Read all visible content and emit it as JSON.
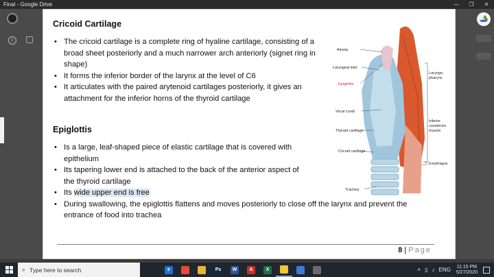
{
  "window": {
    "title": "Final - Google Drive",
    "min_glyph": "—",
    "max_glyph": "❐",
    "close_glyph": "✕"
  },
  "document": {
    "section1": {
      "heading": "Cricoid Cartilage",
      "bullets": [
        "The cricoid cartilage is a complete ring of hyaline cartilage, consisting of a broad sheet posteriorly and a much narrower arch anteriorly (signet ring in shape)",
        "It forms the inferior border of the larynx at the level of C6",
        "It articulates with the paired arytenoid cartilages posteriorly, it gives an attachment for the inferior horns of the thyroid cartilage"
      ]
    },
    "section2": {
      "heading": "Epiglottis",
      "bullets": [
        "Is a large, leaf-shaped piece of elastic cartilage that is covered with epithelium",
        "Its tapering lower end is attached to the back of the anterior aspect of the thyroid cartilage",
        "During swallowing, the epiglottis flattens and moves posteriorly to close off the larynx and prevent the entrance of food into trachea"
      ],
      "bullet3_prefix": "Its ",
      "bullet3_highlight": "wide upper end is free"
    },
    "figure": {
      "labels": {
        "airway": "Airway",
        "laryngeal_inlet": "Laryngeal inlet",
        "epiglottis": "Epiglottis",
        "vocal_cords": "Vocal cords",
        "thyroid_cartilage": "Thyroid cartilage",
        "cricoid_cartilage": "Cricoid cartilage",
        "trachea": "Trachea",
        "laryngopharynx_1": "Laryngo-",
        "laryngopharynx_2": "pharynx",
        "inferior_1": "Inferior",
        "inferior_2": "constrictor",
        "inferior_3": "muscle",
        "esophagus": "Esophagus"
      }
    },
    "page_number": "8",
    "page_separator": "|",
    "page_word": "Page"
  },
  "taskbar": {
    "search_placeholder": "Type here to search",
    "apps": [
      {
        "name": "task-view",
        "letter": "",
        "color": "#1f2630"
      },
      {
        "name": "edge",
        "letter": "e",
        "color": "#1e73d2"
      },
      {
        "name": "chrome",
        "letter": "",
        "color": "#e84a3a"
      },
      {
        "name": "file-explorer",
        "letter": "",
        "color": "#e8b53a"
      },
      {
        "name": "photoshop",
        "letter": "Ps",
        "color": "#0e2a47"
      },
      {
        "name": "word",
        "letter": "W",
        "color": "#2b5797"
      },
      {
        "name": "acrobat",
        "letter": "A",
        "color": "#c7322b"
      },
      {
        "name": "excel",
        "letter": "X",
        "color": "#1e7145"
      },
      {
        "name": "google-drive",
        "letter": "",
        "color": "#f2c531"
      },
      {
        "name": "app-blue",
        "letter": "",
        "color": "#3a7bd5"
      },
      {
        "name": "app-grey",
        "letter": "",
        "color": "#6a6a6a"
      }
    ],
    "language": "ENG",
    "time": "11:15 PM",
    "date": "5/27/2020"
  }
}
